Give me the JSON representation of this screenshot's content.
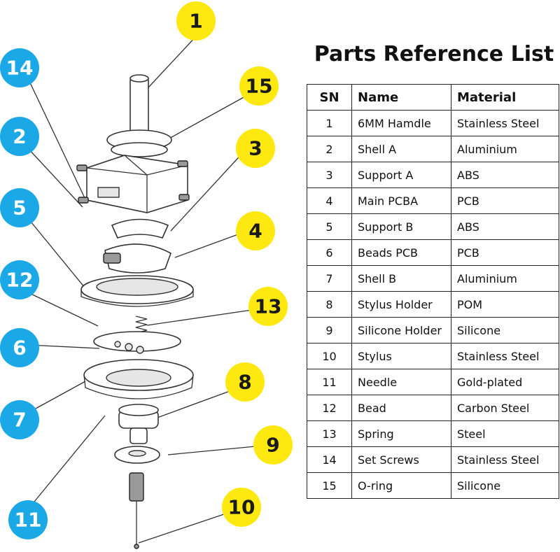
{
  "title": "Parts Reference List",
  "table": {
    "headers": {
      "sn": "SN",
      "name": "Name",
      "material": "Material"
    },
    "rows": [
      {
        "sn": "1",
        "name": "6MM Hamdle",
        "material": "Stainless Steel"
      },
      {
        "sn": "2",
        "name": "Shell A",
        "material": "Aluminium"
      },
      {
        "sn": "3",
        "name": "Support A",
        "material": "ABS"
      },
      {
        "sn": "4",
        "name": "Main PCBA",
        "material": "PCB"
      },
      {
        "sn": "5",
        "name": "Support B",
        "material": "ABS"
      },
      {
        "sn": "6",
        "name": "Beads PCB",
        "material": "PCB"
      },
      {
        "sn": "7",
        "name": "Shell B",
        "material": "Aluminium"
      },
      {
        "sn": "8",
        "name": "Stylus Holder",
        "material": "POM"
      },
      {
        "sn": "9",
        "name": "Silicone Holder",
        "material": "Silicone"
      },
      {
        "sn": "10",
        "name": "Stylus",
        "material": "Stainless Steel"
      },
      {
        "sn": "11",
        "name": "Needle",
        "material": "Gold-plated"
      },
      {
        "sn": "12",
        "name": "Bead",
        "material": "Carbon Steel"
      },
      {
        "sn": "13",
        "name": "Spring",
        "material": "Steel"
      },
      {
        "sn": "14",
        "name": "Set Screws",
        "material": "Stainless Steel"
      },
      {
        "sn": "15",
        "name": "O-ring",
        "material": "Silicone"
      }
    ]
  },
  "callouts": {
    "c1": "1",
    "c2": "2",
    "c3": "3",
    "c4": "4",
    "c5": "5",
    "c6": "6",
    "c7": "7",
    "c8": "8",
    "c9": "9",
    "c10": "10",
    "c11": "11",
    "c12": "12",
    "c13": "13",
    "c14": "14",
    "c15": "15"
  },
  "colors": {
    "yellow": "#fde910",
    "blue": "#1ba8e6",
    "blue_text": "#ffffff",
    "yellow_text": "#1a1a1a"
  }
}
